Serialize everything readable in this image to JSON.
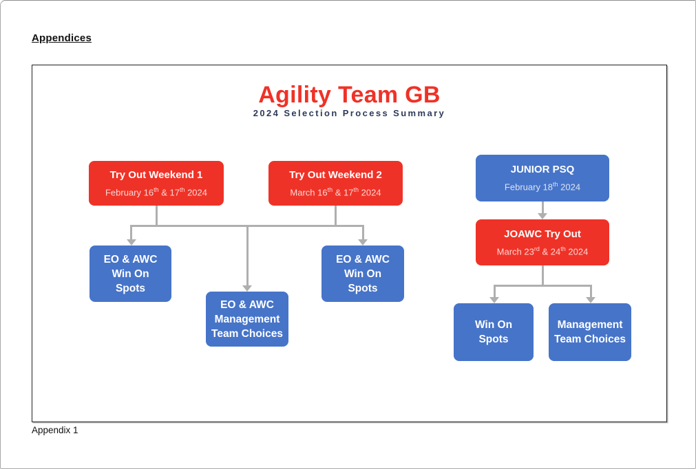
{
  "document": {
    "heading": "Appendices",
    "footer_caption": "Appendix 1"
  },
  "diagram": {
    "title": "Agility Team GB",
    "subtitle": "2024 Selection Process Summary",
    "colors": {
      "accent_red": "#EF3227",
      "accent_blue": "#4674C8",
      "connector_gray": "#AFAFAF",
      "subtitle_navy": "#2E3A5A"
    },
    "nodes": {
      "tryout1": {
        "title": "Try Out Weekend 1",
        "date": {
          "p1": "February 16",
          "s1": "th",
          "p2": " & 17",
          "s2": "th",
          "p3": " 2024"
        }
      },
      "tryout2": {
        "title": "Try Out Weekend 2",
        "date": {
          "p1": "March 16",
          "s1": "th",
          "p2": " & 17",
          "s2": "th",
          "p3": " 2024"
        }
      },
      "junior_psq": {
        "title": "JUNIOR PSQ",
        "date": {
          "p1": "February 18",
          "s1": "th",
          "p3": " 2024"
        }
      },
      "joawc": {
        "title": "JOAWC Try Out",
        "date": {
          "p1": "March 23",
          "s1": "rd",
          "p2": " & 24",
          "s2": "th",
          "p3": " 2024"
        }
      },
      "eo_awc_win_1": {
        "lines": [
          "EO & AWC",
          "Win On",
          "Spots"
        ]
      },
      "eo_awc_mgmt": {
        "lines": [
          "EO & AWC",
          "Management",
          "Team Choices"
        ]
      },
      "eo_awc_win_2": {
        "lines": [
          "EO & AWC",
          "Win On",
          "Spots"
        ]
      },
      "junior_win": {
        "lines": [
          "Win On",
          "Spots"
        ]
      },
      "junior_mgmt": {
        "lines": [
          "Management",
          "Team Choices"
        ]
      }
    }
  }
}
